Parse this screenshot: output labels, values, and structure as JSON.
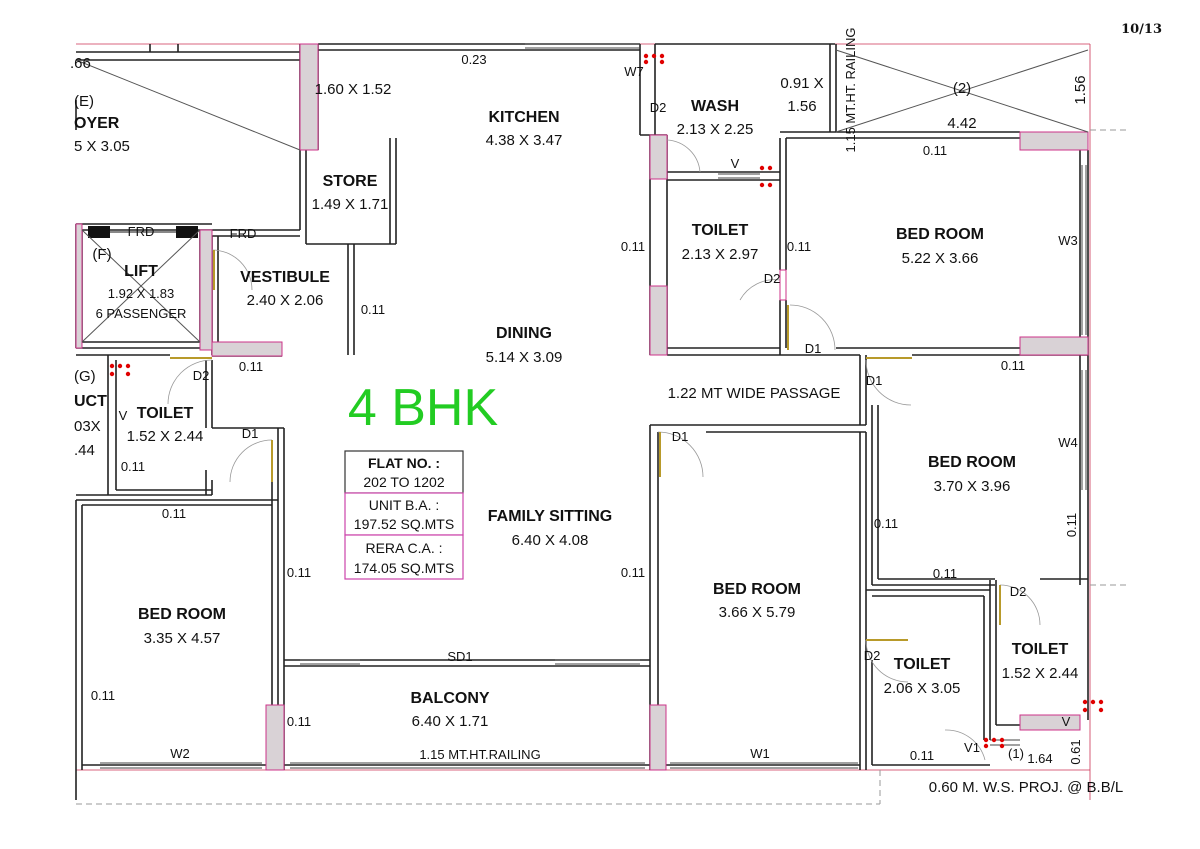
{
  "page_number": "10/13",
  "title": "4 BHK",
  "flat_table": {
    "flat_no_label": "FLAT NO. :",
    "flat_no_value": "202 TO 1202",
    "unit_ba_label": "UNIT B.A. :",
    "unit_ba_value": "197.52 SQ.MTS",
    "rera_label": "RERA C.A. :",
    "rera_value": "174.05 SQ.MTS"
  },
  "rooms": {
    "kitchen": {
      "name": "KITCHEN",
      "size": "4.38 X 3.47"
    },
    "store": {
      "name": "STORE",
      "size": "1.49 X 1.71"
    },
    "wash": {
      "name": "WASH",
      "size": "2.13 X 2.25"
    },
    "toilet_top": {
      "name": "TOILET",
      "size": "2.13 X 2.97"
    },
    "bedroom_top_right": {
      "name": "BED ROOM",
      "size": "5.22 X 3.66"
    },
    "vestibule": {
      "name": "VESTIBULE",
      "size": "2.40 X 2.06"
    },
    "lift": {
      "name": "LIFT",
      "size": "1.92 X 1.83",
      "capacity": "6 PASSENGER",
      "tag": "(F)"
    },
    "dining": {
      "name": "DINING",
      "size": "5.14 X 3.09"
    },
    "passage": {
      "name": "1.22 MT WIDE PASSAGE"
    },
    "bedroom_mid_right": {
      "name": "BED ROOM",
      "size": "3.70 X 3.96"
    },
    "toilet_left": {
      "name": "TOILET",
      "size": "1.52 X 2.44"
    },
    "family_sitting": {
      "name": "FAMILY SITTING",
      "size": "6.40 X 4.08"
    },
    "bedroom_center": {
      "name": "BED ROOM",
      "size": "3.66 X 5.79"
    },
    "bedroom_left": {
      "name": "BED ROOM",
      "size": "3.35 X 4.57"
    },
    "balcony": {
      "name": "BALCONY",
      "size": "6.40 X 1.71",
      "railing": "1.15 MT.HT.RAILING"
    },
    "toilet_bottom_a": {
      "name": "TOILET",
      "size": "2.06 X 3.05"
    },
    "toilet_bottom_b": {
      "name": "TOILET",
      "size": "1.52 X 2.44"
    },
    "foyer_partial": {
      "tag": "(E)",
      "name": "OYER",
      "size": "5 X 3.05"
    },
    "duct_partial": {
      "tag": "(G)",
      "name": "UCT",
      "size_a": "03X",
      "size_b": ".44"
    },
    "open_area": {
      "tag": "(2)",
      "width": "4.42",
      "depth": "1.56",
      "railing": "1.15 MT.HT. RAILING"
    }
  },
  "dims": {
    "top_left_small": ".66",
    "top_block": "1.60 X 1.52",
    "top_gap": "0.23",
    "wash_side_a": "0.91 X",
    "wash_side_b": "1.56",
    "wall": "0.11",
    "bottom_right_a": "1.64",
    "bottom_right_b": "0.61",
    "proj_note": "0.60 M. W.S. PROJ. @ B.B/L"
  },
  "openings": {
    "D1": "D1",
    "D2": "D2",
    "SD1": "SD1",
    "W1": "W1",
    "W2": "W2",
    "W3": "W3",
    "W4": "W4",
    "W7": "W7",
    "V": "V",
    "V1": "V1",
    "FRD": "FRD",
    "one": "(1)"
  },
  "colors": {
    "title_green": "#22cc22",
    "table_border": "#cc44aa",
    "wall_fill": "#d9d2d6",
    "wall_edge": "#cc3388",
    "marker_red": "#e00000",
    "door_gold": "#b89a2a"
  }
}
